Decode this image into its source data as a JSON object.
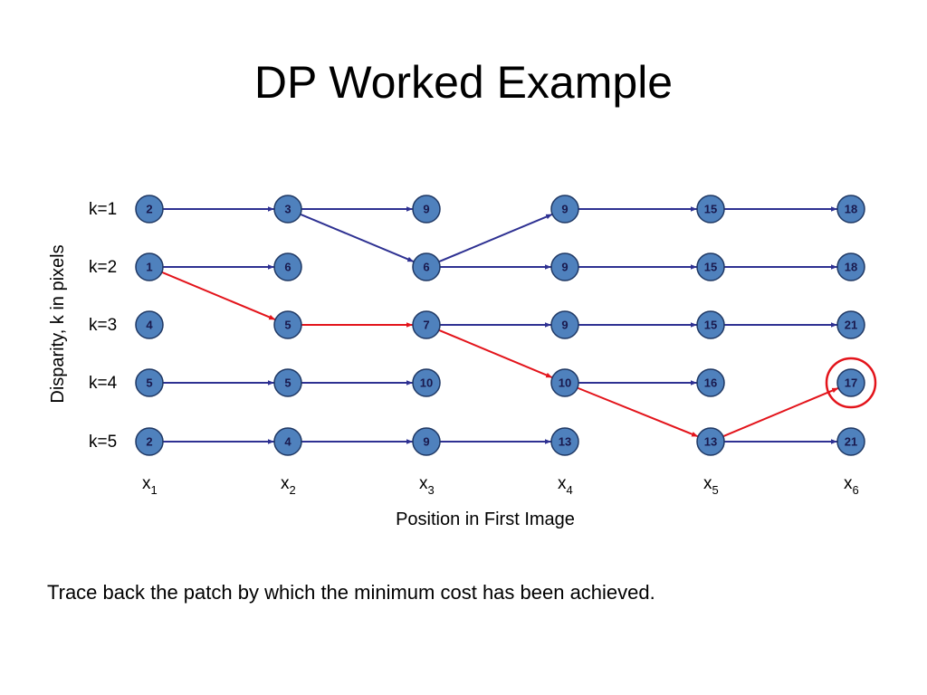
{
  "title": "DP Worked Example",
  "caption": "Trace back the patch by which the minimum cost has been achieved.",
  "y_axis_label": "Disparity, k in pixels",
  "x_axis_label": "Position in First Image",
  "row_labels": [
    "k=1",
    "k=2",
    "k=3",
    "k=4",
    "k=5"
  ],
  "col_labels": [
    {
      "base": "x",
      "sub": "1"
    },
    {
      "base": "x",
      "sub": "2"
    },
    {
      "base": "x",
      "sub": "3"
    },
    {
      "base": "x",
      "sub": "4"
    },
    {
      "base": "x",
      "sub": "5"
    },
    {
      "base": "x",
      "sub": "6"
    }
  ],
  "grid_values": [
    [
      "2",
      "3",
      "9",
      "9",
      "15",
      "18"
    ],
    [
      "1",
      "6",
      "6",
      "9",
      "15",
      "18"
    ],
    [
      "4",
      "5",
      "7",
      "9",
      "15",
      "21"
    ],
    [
      "5",
      "5",
      "10",
      "10",
      "16",
      "17"
    ],
    [
      "2",
      "4",
      "9",
      "13",
      "13",
      "21"
    ]
  ],
  "edges": [
    {
      "from": [
        0,
        0
      ],
      "to": [
        0,
        1
      ],
      "path": false
    },
    {
      "from": [
        0,
        1
      ],
      "to": [
        0,
        2
      ],
      "path": false
    },
    {
      "from": [
        0,
        1
      ],
      "to": [
        1,
        2
      ],
      "path": false
    },
    {
      "from": [
        1,
        2
      ],
      "to": [
        0,
        3
      ],
      "path": false
    },
    {
      "from": [
        0,
        3
      ],
      "to": [
        0,
        4
      ],
      "path": false
    },
    {
      "from": [
        0,
        4
      ],
      "to": [
        0,
        5
      ],
      "path": false
    },
    {
      "from": [
        1,
        0
      ],
      "to": [
        1,
        1
      ],
      "path": false
    },
    {
      "from": [
        1,
        2
      ],
      "to": [
        1,
        3
      ],
      "path": false
    },
    {
      "from": [
        1,
        3
      ],
      "to": [
        1,
        4
      ],
      "path": false
    },
    {
      "from": [
        1,
        4
      ],
      "to": [
        1,
        5
      ],
      "path": false
    },
    {
      "from": [
        1,
        0
      ],
      "to": [
        2,
        1
      ],
      "path": true
    },
    {
      "from": [
        2,
        1
      ],
      "to": [
        2,
        2
      ],
      "path": true
    },
    {
      "from": [
        2,
        2
      ],
      "to": [
        2,
        3
      ],
      "path": false
    },
    {
      "from": [
        2,
        3
      ],
      "to": [
        2,
        4
      ],
      "path": false
    },
    {
      "from": [
        2,
        4
      ],
      "to": [
        2,
        5
      ],
      "path": false
    },
    {
      "from": [
        2,
        2
      ],
      "to": [
        3,
        3
      ],
      "path": true
    },
    {
      "from": [
        3,
        0
      ],
      "to": [
        3,
        1
      ],
      "path": false
    },
    {
      "from": [
        3,
        1
      ],
      "to": [
        3,
        2
      ],
      "path": false
    },
    {
      "from": [
        3,
        3
      ],
      "to": [
        3,
        4
      ],
      "path": false
    },
    {
      "from": [
        3,
        3
      ],
      "to": [
        4,
        4
      ],
      "path": true
    },
    {
      "from": [
        4,
        4
      ],
      "to": [
        3,
        5
      ],
      "path": true
    },
    {
      "from": [
        4,
        0
      ],
      "to": [
        4,
        1
      ],
      "path": false
    },
    {
      "from": [
        4,
        1
      ],
      "to": [
        4,
        2
      ],
      "path": false
    },
    {
      "from": [
        4,
        2
      ],
      "to": [
        4,
        3
      ],
      "path": false
    },
    {
      "from": [
        4,
        4
      ],
      "to": [
        4,
        5
      ],
      "path": false
    }
  ],
  "highlight_node": [
    3,
    5
  ],
  "colors": {
    "node_fill": "#4f81bd",
    "node_stroke": "#1f3864",
    "edge_normal": "#2e3192",
    "edge_path": "#e3141b",
    "highlight_ring": "#e3141b"
  }
}
